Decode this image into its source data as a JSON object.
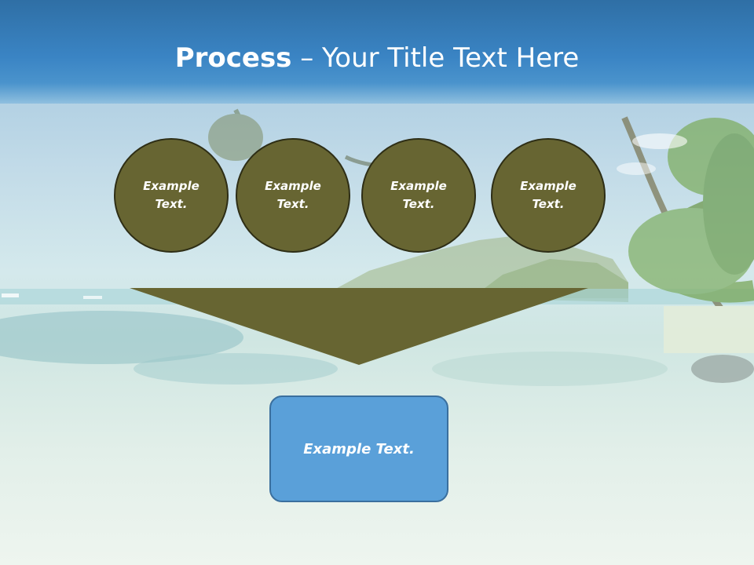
{
  "slide": {
    "title_bold": "Process",
    "title_rest": " – Your Title Text Here",
    "circles": [
      {
        "text": "Example Text."
      },
      {
        "text": "Example Text."
      },
      {
        "text": "Example Text."
      },
      {
        "text": "Example Text."
      }
    ],
    "result_box": {
      "text": "Example Text."
    }
  },
  "colors": {
    "header_blue": "#3a84c4",
    "circle_olive": "#676532",
    "box_blue": "#5aa0d9"
  }
}
